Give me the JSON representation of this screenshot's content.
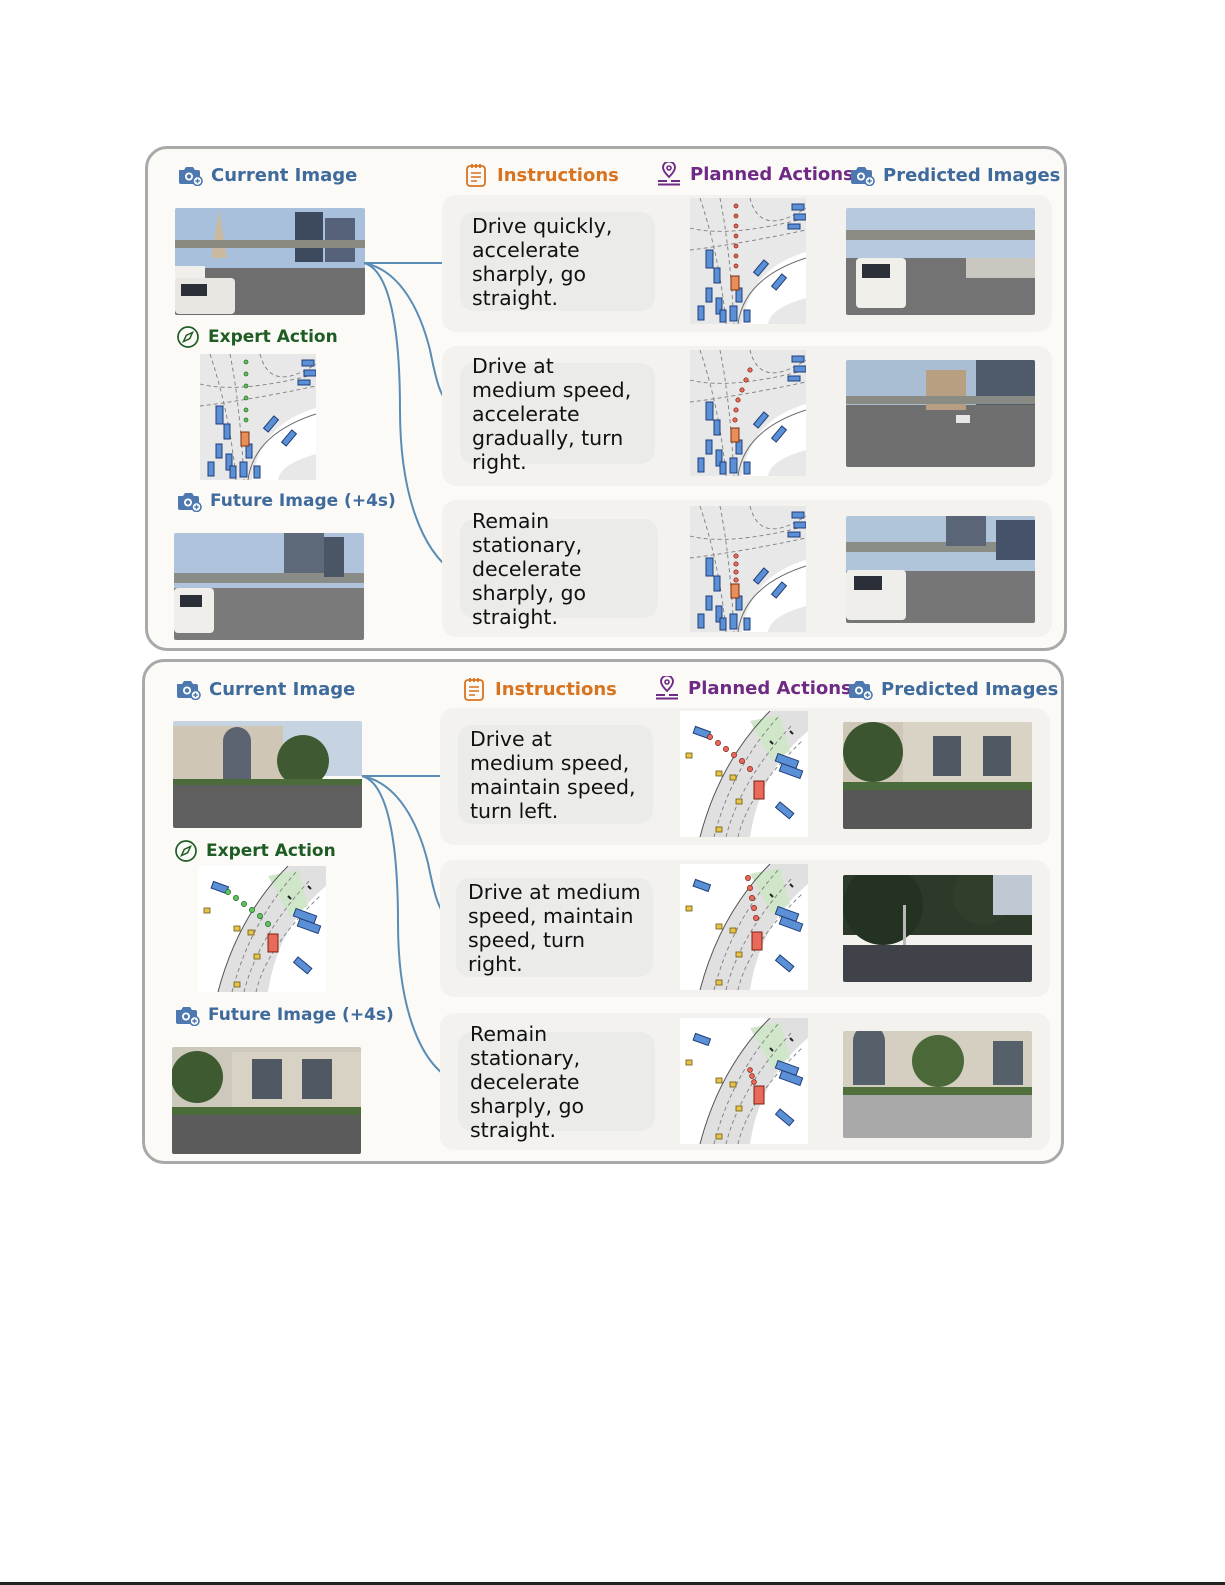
{
  "headers": {
    "current_image": "Current Image",
    "instructions": "Instructions",
    "planned_actions": "Planned Actions",
    "predicted_images": "Predicted Images",
    "expert_action": "Expert Action",
    "future_image": "Future Image (+4s)"
  },
  "panels": [
    {
      "instructions": [
        "Drive quickly, accelerate sharply, go straight.",
        "Drive at medium speed, accelerate gradually, turn right.",
        "Remain stationary, decelerate sharply, go straight."
      ]
    },
    {
      "instructions": [
        "Drive at medium speed, maintain speed, turn left.",
        "Drive at medium speed, maintain speed, turn right.",
        "Remain stationary, decelerate sharply, go straight."
      ]
    }
  ],
  "colors": {
    "blue": "#3f6a9c",
    "orange": "#d8731f",
    "purple": "#6f2a86",
    "green": "#1e5c24",
    "arrow": "#5a8db5",
    "panel_border": "#a9a9a9"
  },
  "icons": [
    "camera-icon",
    "notepad-icon",
    "location-pin-icon",
    "compass-icon"
  ]
}
